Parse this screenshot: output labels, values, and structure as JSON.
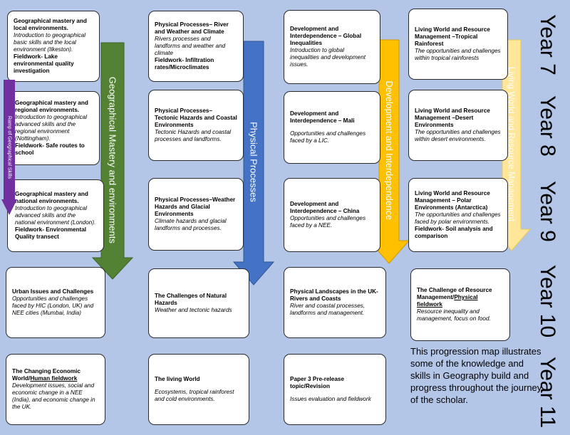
{
  "years": [
    "Year 7",
    "Year 8",
    "Year 9",
    "Year 10",
    "Year 11"
  ],
  "arrows": {
    "ramp": "Ramp of Geographical Skills",
    "geo": "Geographical Mastery and environments",
    "phys": "Physical Processes",
    "dev": "Development and Interdependence",
    "living": "Living World and Resource Management"
  },
  "colors": {
    "background": "#b4c6e7",
    "ramp_arrow": "#7030a0",
    "geo_arrow": "#548235",
    "phys_arrow": "#4472c4",
    "dev_arrow": "#ffc000",
    "living_arrow": "#ffe699"
  },
  "cards": {
    "c1y7": {
      "title": "Geographical mastery and local environments.",
      "desc": "Introduction to geographical basic skills and the local environment (Ilkeston).",
      "field": "Fieldwork- Lake environmental quality investigation"
    },
    "c1y8": {
      "title": "Geographical mastery and regional  environments.",
      "desc": "Introduction to geographical advanced skills and the regional environment (Nottingham).",
      "field": "Fieldwork- Safe routes to school"
    },
    "c1y9": {
      "title": "Geographical mastery and national environments.",
      "desc": "Introduction to geographical advanced skills and the national environment (London).",
      "field": "Fieldwork- Environmental Quality transect"
    },
    "c1y10": {
      "title": "Urban Issues and Challenges",
      "desc": "Opportunities and challenges faced by HIC (London, UK) and NEE cities (Mumbai, India)"
    },
    "c1y11": {
      "title_pre": "The Changing Economic World/",
      "title_u": "Human fieldwork",
      "desc": "Development issues, social and economic change in a NEE (India), and economic change in the UK."
    },
    "c2y7": {
      "title": "Physical Processes– River and Weather and Climate",
      "desc": "Rivers processes and landforms and weather and climate",
      "field": "Fieldwork-  Infiltration rates/Microclimates"
    },
    "c2y8": {
      "title": "Physical Processes– Tectonic Hazards and Coastal Environments",
      "desc": "Tectonic Hazards and coastal processes and  landforms."
    },
    "c2y9": {
      "title": "Physical Processes–Weather Hazards and Glacial Environments",
      "desc": "Climate hazards and glacial landforms and processes."
    },
    "c2y10": {
      "title": "The Challenges of Natural Hazards",
      "desc": "Weather and tectonic hazards"
    },
    "c2y11": {
      "title": "The living World",
      "desc": "Ecosystems, tropical rainforest and cold environments."
    },
    "c3y7": {
      "title": "Development and Interdependence – Global Inequalities",
      "desc": "Introduction to global inequalities and development issues."
    },
    "c3y8": {
      "title": "Development and Interdependence – Mali",
      "desc": "Opportunities and challenges faced by a LIC."
    },
    "c3y9": {
      "title": "Development and Interdependence – China",
      "desc": "Opportunities and challenges faced by a NEE."
    },
    "c3y10": {
      "title": "Physical Landscapes in the UK- Rivers and Coasts",
      "desc": "River and coastal processes, landforms and management."
    },
    "c3y11": {
      "title": "Paper 3 Pre-release topic/Revision",
      "desc": "Issues evaluation and fieldwork"
    },
    "c4y7": {
      "title": "Living World and Resource Management –Tropical Rainforest",
      "desc": "The opportunities and challenges within tropical rainforests"
    },
    "c4y8": {
      "title": "Living World and Resource Management –Desert Environments",
      "desc": "The opportunities and challenges within desert environments."
    },
    "c4y9": {
      "title": "Living World and Resource Management – Polar Environments (Antarctica)",
      "desc": "The opportunities and challenges faced by polar environments.",
      "field": "Fieldwork- Soil analysis and comparison"
    },
    "c4y10": {
      "title_pre": "The Challenge of Resource Management/",
      "title_u": "Physical fieldwork",
      "desc": "Resource inequality and management, focus on food."
    }
  },
  "note": "This progression map illustrates some of the knowledge and skills in Geography build and progress throughout the journey of the scholar."
}
